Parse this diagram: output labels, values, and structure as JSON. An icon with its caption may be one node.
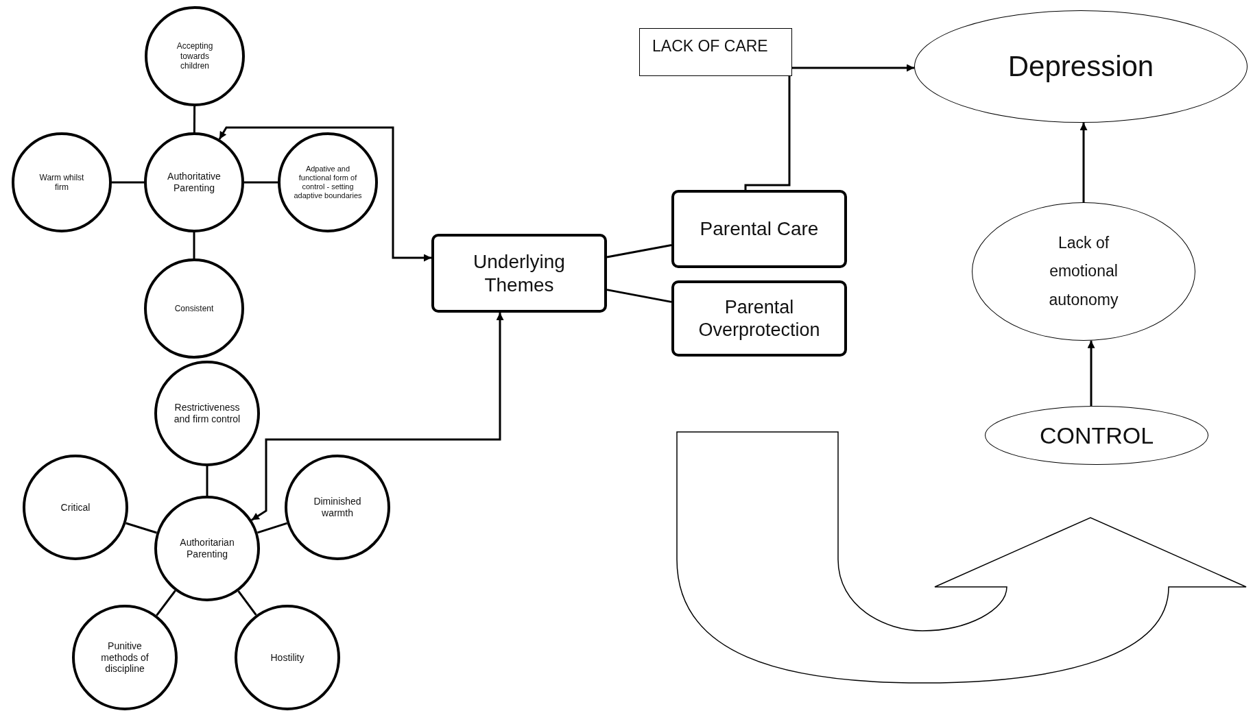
{
  "diagram": {
    "nodes": [
      {
        "text": [
          "Accepting towards children"
        ]
      },
      {
        "text": [
          "Warm whilst firm"
        ]
      },
      {
        "text": [
          "Authoritative Parenting"
        ]
      },
      {
        "text": [
          "Adpative and functional form of control - setting adaptive boundaries"
        ]
      },
      {
        "text": [
          "Consistent"
        ]
      },
      {
        "text": [
          "Underlying Themes"
        ]
      },
      {
        "text": [
          "Parental Care"
        ]
      },
      {
        "text": [
          "Parental Overprotection"
        ]
      },
      {
        "text": [
          "LACK OF CARE"
        ]
      },
      {
        "text": [
          "Depression"
        ]
      },
      {
        "text": [
          "Lack of emotional autonomy"
        ]
      },
      {
        "text": [
          "CONTROL"
        ]
      },
      {
        "text": [
          "Restrictiveness and firm control"
        ]
      },
      {
        "text": [
          "Critical"
        ]
      },
      {
        "text": [
          "Diminished warmth"
        ]
      },
      {
        "text": [
          "Authoritarian Parenting"
        ]
      },
      {
        "text": [
          "Punitive methods of discipline"
        ]
      },
      {
        "text": [
          "Hostility"
        ]
      }
    ],
    "edges": [
      {
        "from": 0,
        "to": 2,
        "arrow": "none"
      },
      {
        "from": 1,
        "to": 2,
        "arrow": "none"
      },
      {
        "from": 3,
        "to": 2,
        "arrow": "none"
      },
      {
        "from": 4,
        "to": 2,
        "arrow": "none"
      },
      {
        "from": 5,
        "to": 2,
        "arrow": "both"
      },
      {
        "from": 5,
        "to": 6,
        "arrow": "none"
      },
      {
        "from": 5,
        "to": 7,
        "arrow": "none"
      },
      {
        "from": 8,
        "to": 9,
        "arrow": "to"
      },
      {
        "from": 6,
        "to": 8,
        "arrow": "none"
      },
      {
        "from": 10,
        "to": 9,
        "arrow": "to"
      },
      {
        "from": 11,
        "to": 10,
        "arrow": "to"
      },
      {
        "from": 5,
        "to": 15,
        "arrow": "both"
      },
      {
        "from": 12,
        "to": 15,
        "arrow": "none"
      },
      {
        "from": 13,
        "to": 15,
        "arrow": "none"
      },
      {
        "from": 14,
        "to": 15,
        "arrow": "none"
      },
      {
        "from": 16,
        "to": 15,
        "arrow": "none"
      },
      {
        "from": 17,
        "to": 15,
        "arrow": "none"
      }
    ]
  }
}
